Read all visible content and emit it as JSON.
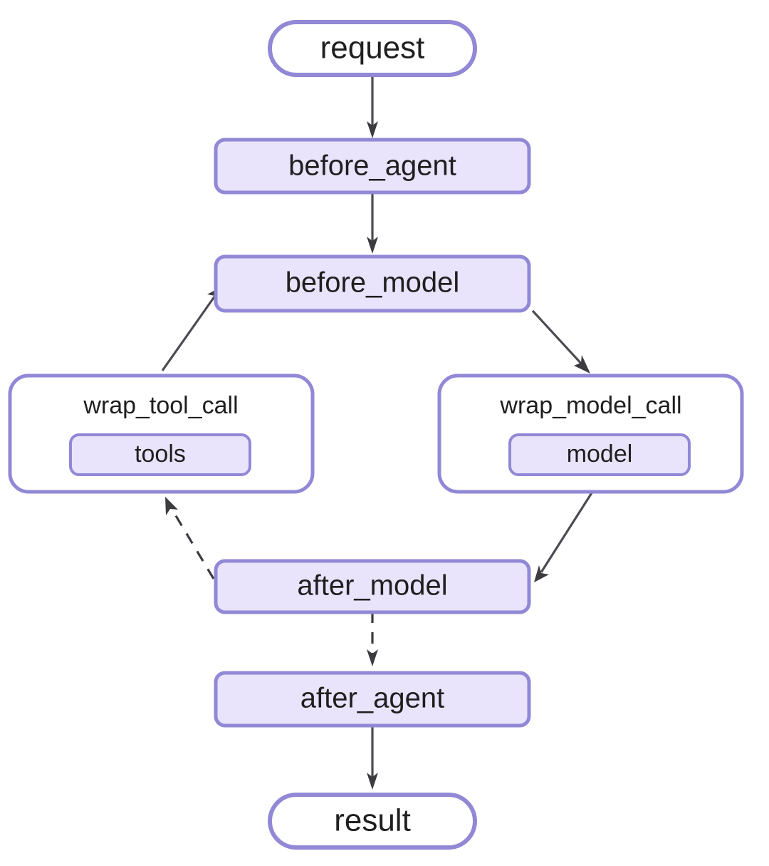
{
  "diagram": {
    "type": "flowchart",
    "direction": "top-down",
    "title": "",
    "theme": {
      "node_fill": "#e9e3fb",
      "node_stroke": "#9188d6",
      "terminal_fill": "#ffffff",
      "terminal_stroke": "#9188d6",
      "subgraph_fill": "#ffffff",
      "subgraph_stroke": "#9188d6",
      "edge_color": "#3b3b40",
      "text_color": "#1f1f1f",
      "background": "#ffffff"
    },
    "nodes": [
      {
        "id": "request",
        "label": "request",
        "shape": "stadium",
        "style": "terminal"
      },
      {
        "id": "before_agent",
        "label": "before_agent",
        "shape": "rounded",
        "style": "filled"
      },
      {
        "id": "before_model",
        "label": "before_model",
        "shape": "rounded",
        "style": "filled"
      },
      {
        "id": "tools",
        "label": "tools",
        "shape": "rounded",
        "style": "filled",
        "parent": "wrap_tool_call"
      },
      {
        "id": "model",
        "label": "model",
        "shape": "rounded",
        "style": "filled",
        "parent": "wrap_model_call"
      },
      {
        "id": "after_model",
        "label": "after_model",
        "shape": "rounded",
        "style": "filled"
      },
      {
        "id": "after_agent",
        "label": "after_agent",
        "shape": "rounded",
        "style": "filled"
      },
      {
        "id": "result",
        "label": "result",
        "shape": "stadium",
        "style": "terminal"
      }
    ],
    "subgraphs": [
      {
        "id": "wrap_tool_call",
        "label": "wrap_tool_call",
        "children": [
          "tools"
        ]
      },
      {
        "id": "wrap_model_call",
        "label": "wrap_model_call",
        "children": [
          "model"
        ]
      }
    ],
    "edges": [
      {
        "from": "request",
        "to": "before_agent",
        "style": "solid",
        "label": ""
      },
      {
        "from": "before_agent",
        "to": "before_model",
        "style": "solid",
        "label": ""
      },
      {
        "from": "before_model",
        "to": "wrap_model_call",
        "style": "solid",
        "label": ""
      },
      {
        "from": "wrap_model_call",
        "to": "after_model",
        "style": "solid",
        "label": ""
      },
      {
        "from": "after_model",
        "to": "wrap_tool_call",
        "style": "dashed",
        "label": ""
      },
      {
        "from": "wrap_tool_call",
        "to": "before_model",
        "style": "solid",
        "label": ""
      },
      {
        "from": "after_model",
        "to": "after_agent",
        "style": "dashed",
        "label": ""
      },
      {
        "from": "after_agent",
        "to": "result",
        "style": "solid",
        "label": ""
      }
    ]
  }
}
